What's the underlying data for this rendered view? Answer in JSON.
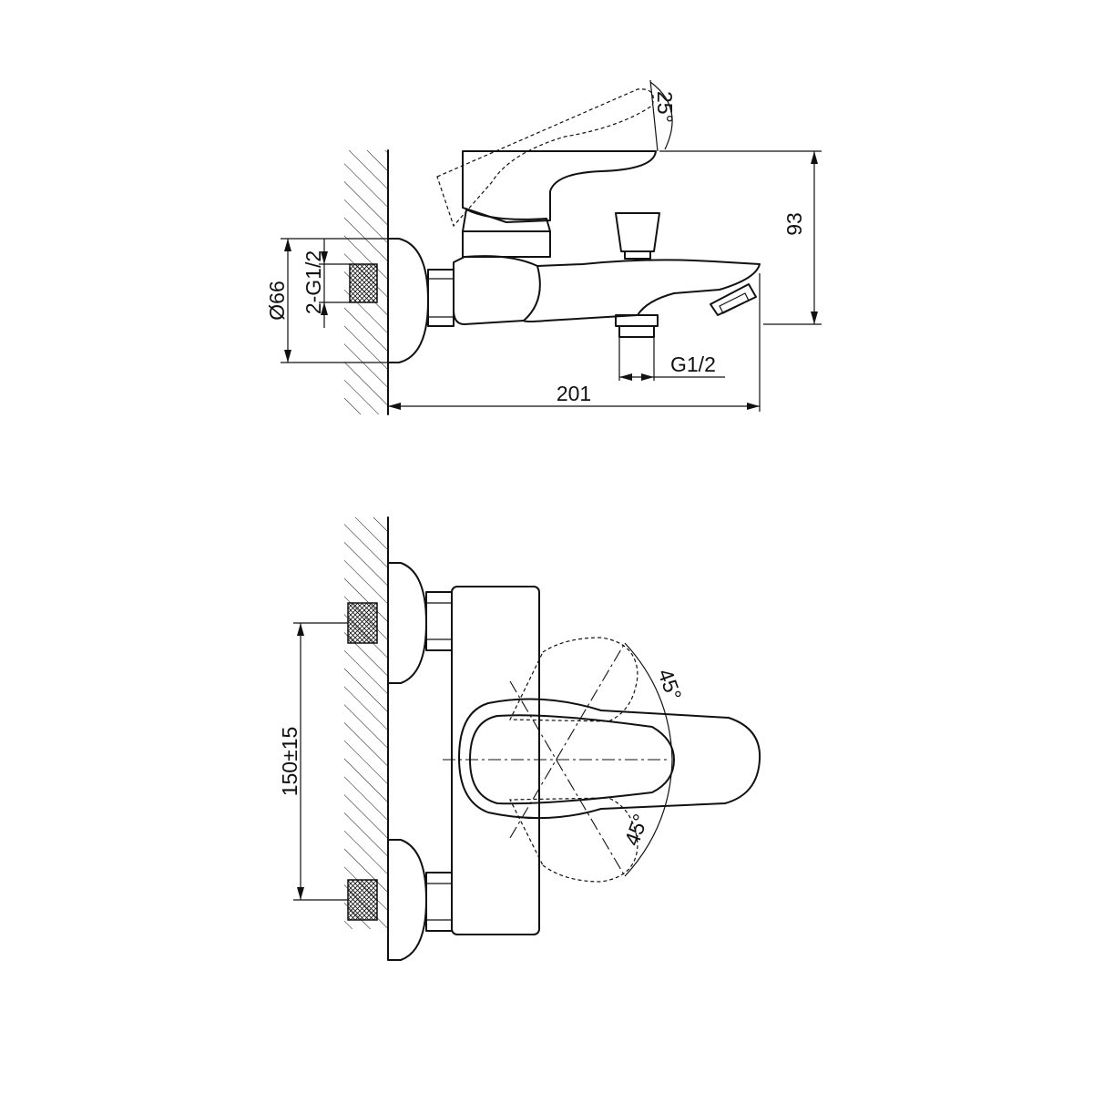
{
  "side_view": {
    "angle_top": "25°",
    "height": "93",
    "rosette_diameter": "Ø66",
    "inlet_thread": "2-G1/2",
    "outlet_thread": "G1/2",
    "width": "201"
  },
  "front_view": {
    "centers": "150±15",
    "angle_up": "45°",
    "angle_down": "45°"
  }
}
